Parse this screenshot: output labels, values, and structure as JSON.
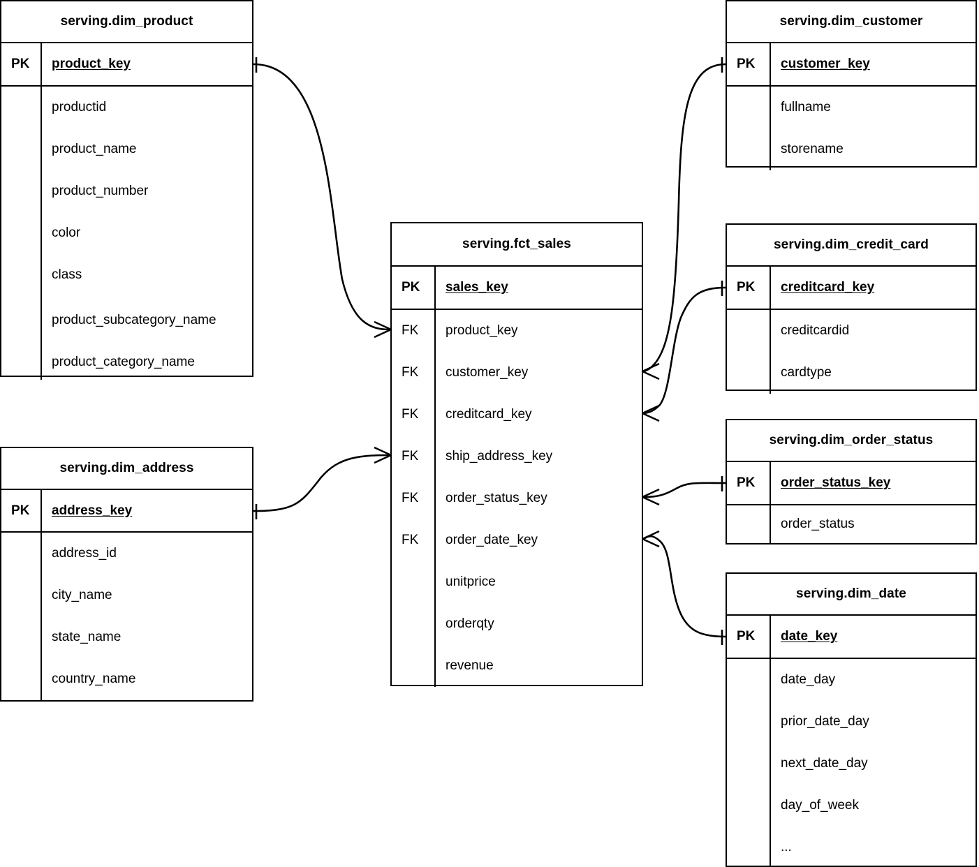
{
  "diagram": {
    "type": "entity-relationship-diagram",
    "notation": "crow's foot",
    "background_color": "#ffffff",
    "line_color": "#000000",
    "key_label_pk": "PK",
    "key_label_fk": "FK"
  },
  "entities": [
    {
      "id": "dim_product",
      "title": "serving.dim_product",
      "pk": {
        "key": "PK",
        "name": "product_key"
      },
      "attributes": [
        {
          "key": "",
          "name": "productid"
        },
        {
          "key": "",
          "name": "product_name"
        },
        {
          "key": "",
          "name": "product_number"
        },
        {
          "key": "",
          "name": "color"
        },
        {
          "key": "",
          "name": "class"
        },
        {
          "key": "",
          "name": "product_subcategory_name"
        },
        {
          "key": "",
          "name": "product_category_name"
        }
      ]
    },
    {
      "id": "dim_address",
      "title": "serving.dim_address",
      "pk": {
        "key": "PK",
        "name": "address_key"
      },
      "attributes": [
        {
          "key": "",
          "name": "address_id"
        },
        {
          "key": "",
          "name": "city_name"
        },
        {
          "key": "",
          "name": "state_name"
        },
        {
          "key": "",
          "name": "country_name"
        }
      ]
    },
    {
      "id": "fct_sales",
      "title": "serving.fct_sales",
      "pk": {
        "key": "PK",
        "name": "sales_key"
      },
      "attributes": [
        {
          "key": "FK",
          "name": "product_key"
        },
        {
          "key": "FK",
          "name": "customer_key"
        },
        {
          "key": "FK",
          "name": "creditcard_key"
        },
        {
          "key": "FK",
          "name": "ship_address_key"
        },
        {
          "key": "FK",
          "name": "order_status_key"
        },
        {
          "key": "FK",
          "name": "order_date_key"
        },
        {
          "key": "",
          "name": "unitprice"
        },
        {
          "key": "",
          "name": "orderqty"
        },
        {
          "key": "",
          "name": "revenue"
        }
      ]
    },
    {
      "id": "dim_customer",
      "title": "serving.dim_customer",
      "pk": {
        "key": "PK",
        "name": "customer_key"
      },
      "attributes": [
        {
          "key": "",
          "name": "fullname"
        },
        {
          "key": "",
          "name": "storename"
        }
      ]
    },
    {
      "id": "dim_credit_card",
      "title": "serving.dim_credit_card",
      "pk": {
        "key": "PK",
        "name": "creditcard_key"
      },
      "attributes": [
        {
          "key": "",
          "name": "creditcardid"
        },
        {
          "key": "",
          "name": "cardtype"
        }
      ]
    },
    {
      "id": "dim_order_status",
      "title": "serving.dim_order_status",
      "pk": {
        "key": "PK",
        "name": "order_status_key"
      },
      "attributes": [
        {
          "key": "",
          "name": "order_status"
        }
      ]
    },
    {
      "id": "dim_date",
      "title": "serving.dim_date",
      "pk": {
        "key": "PK",
        "name": "date_key"
      },
      "attributes": [
        {
          "key": "",
          "name": "date_day"
        },
        {
          "key": "",
          "name": "prior_date_day"
        },
        {
          "key": "",
          "name": "next_date_day"
        },
        {
          "key": "",
          "name": "day_of_week"
        },
        {
          "key": "",
          "name": "..."
        }
      ]
    }
  ],
  "relationships": [
    {
      "id": "rel-product",
      "from_entity": "dim_product",
      "from_field": "product_key",
      "to_entity": "fct_sales",
      "to_field": "product_key",
      "from_cardinality": "one",
      "to_cardinality": "many"
    },
    {
      "id": "rel-address",
      "from_entity": "dim_address",
      "from_field": "address_key",
      "to_entity": "fct_sales",
      "to_field": "ship_address_key",
      "from_cardinality": "one",
      "to_cardinality": "many"
    },
    {
      "id": "rel-customer",
      "from_entity": "dim_customer",
      "from_field": "customer_key",
      "to_entity": "fct_sales",
      "to_field": "customer_key",
      "from_cardinality": "one",
      "to_cardinality": "many"
    },
    {
      "id": "rel-creditcard",
      "from_entity": "dim_credit_card",
      "from_field": "creditcard_key",
      "to_entity": "fct_sales",
      "to_field": "creditcard_key",
      "from_cardinality": "one",
      "to_cardinality": "many"
    },
    {
      "id": "rel-order-status",
      "from_entity": "dim_order_status",
      "from_field": "order_status_key",
      "to_entity": "fct_sales",
      "to_field": "order_status_key",
      "from_cardinality": "one",
      "to_cardinality": "many"
    },
    {
      "id": "rel-date",
      "from_entity": "dim_date",
      "from_field": "date_key",
      "to_entity": "fct_sales",
      "to_field": "order_date_key",
      "from_cardinality": "one",
      "to_cardinality": "many"
    }
  ]
}
